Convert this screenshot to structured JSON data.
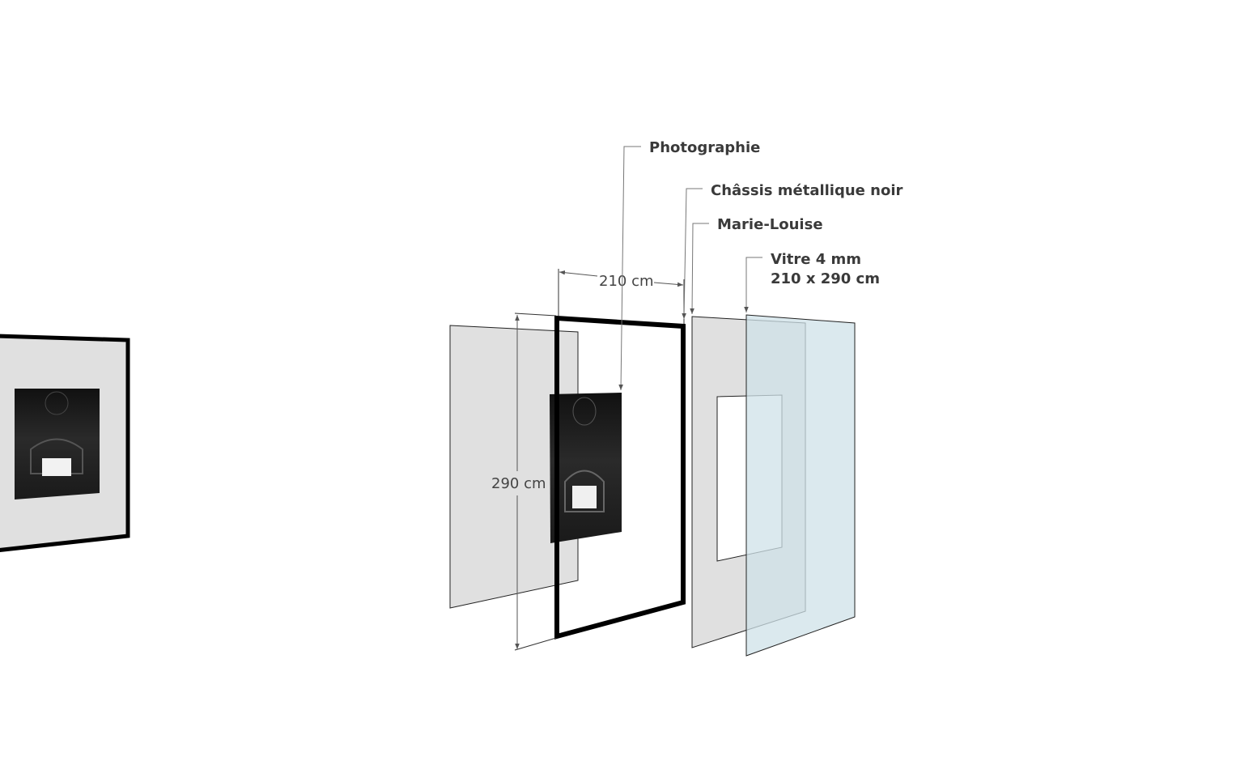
{
  "labels": {
    "photo": "Photographie",
    "chassis": "Châssis métallique noir",
    "marie_louise": "Marie-Louise",
    "vitre_line1": "Vitre 4 mm",
    "vitre_line2": "210 x 290 cm"
  },
  "dimensions": {
    "width": "210 cm",
    "height": "290 cm"
  },
  "colors": {
    "panel": "#e0e0e0",
    "glass": "#cfe1e8",
    "frame": "#000000",
    "text": "#3a3a3a"
  }
}
